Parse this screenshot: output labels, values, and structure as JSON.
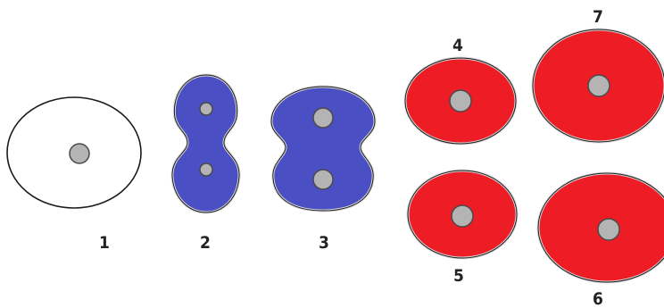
{
  "colors": {
    "outline": "#1a1a1a",
    "empty_fill": "#ffffff",
    "blue_fill": "#4a4fc4",
    "red_fill": "#ee1c25",
    "nucleus_fill": "#b4b4b4",
    "nucleus_stroke": "#4a4a4a",
    "halo": "#d8d8d8"
  },
  "figures": [
    {
      "label": "1",
      "kind": "single-cell",
      "fill": "white"
    },
    {
      "label": "2",
      "kind": "dividing-cell",
      "fill": "blue"
    },
    {
      "label": "3",
      "kind": "dividing-cell",
      "fill": "blue"
    },
    {
      "label": "4",
      "kind": "single-cell",
      "fill": "red"
    },
    {
      "label": "5",
      "kind": "single-cell",
      "fill": "red"
    },
    {
      "label": "6",
      "kind": "single-cell",
      "fill": "red"
    },
    {
      "label": "7",
      "kind": "single-cell",
      "fill": "red"
    }
  ]
}
